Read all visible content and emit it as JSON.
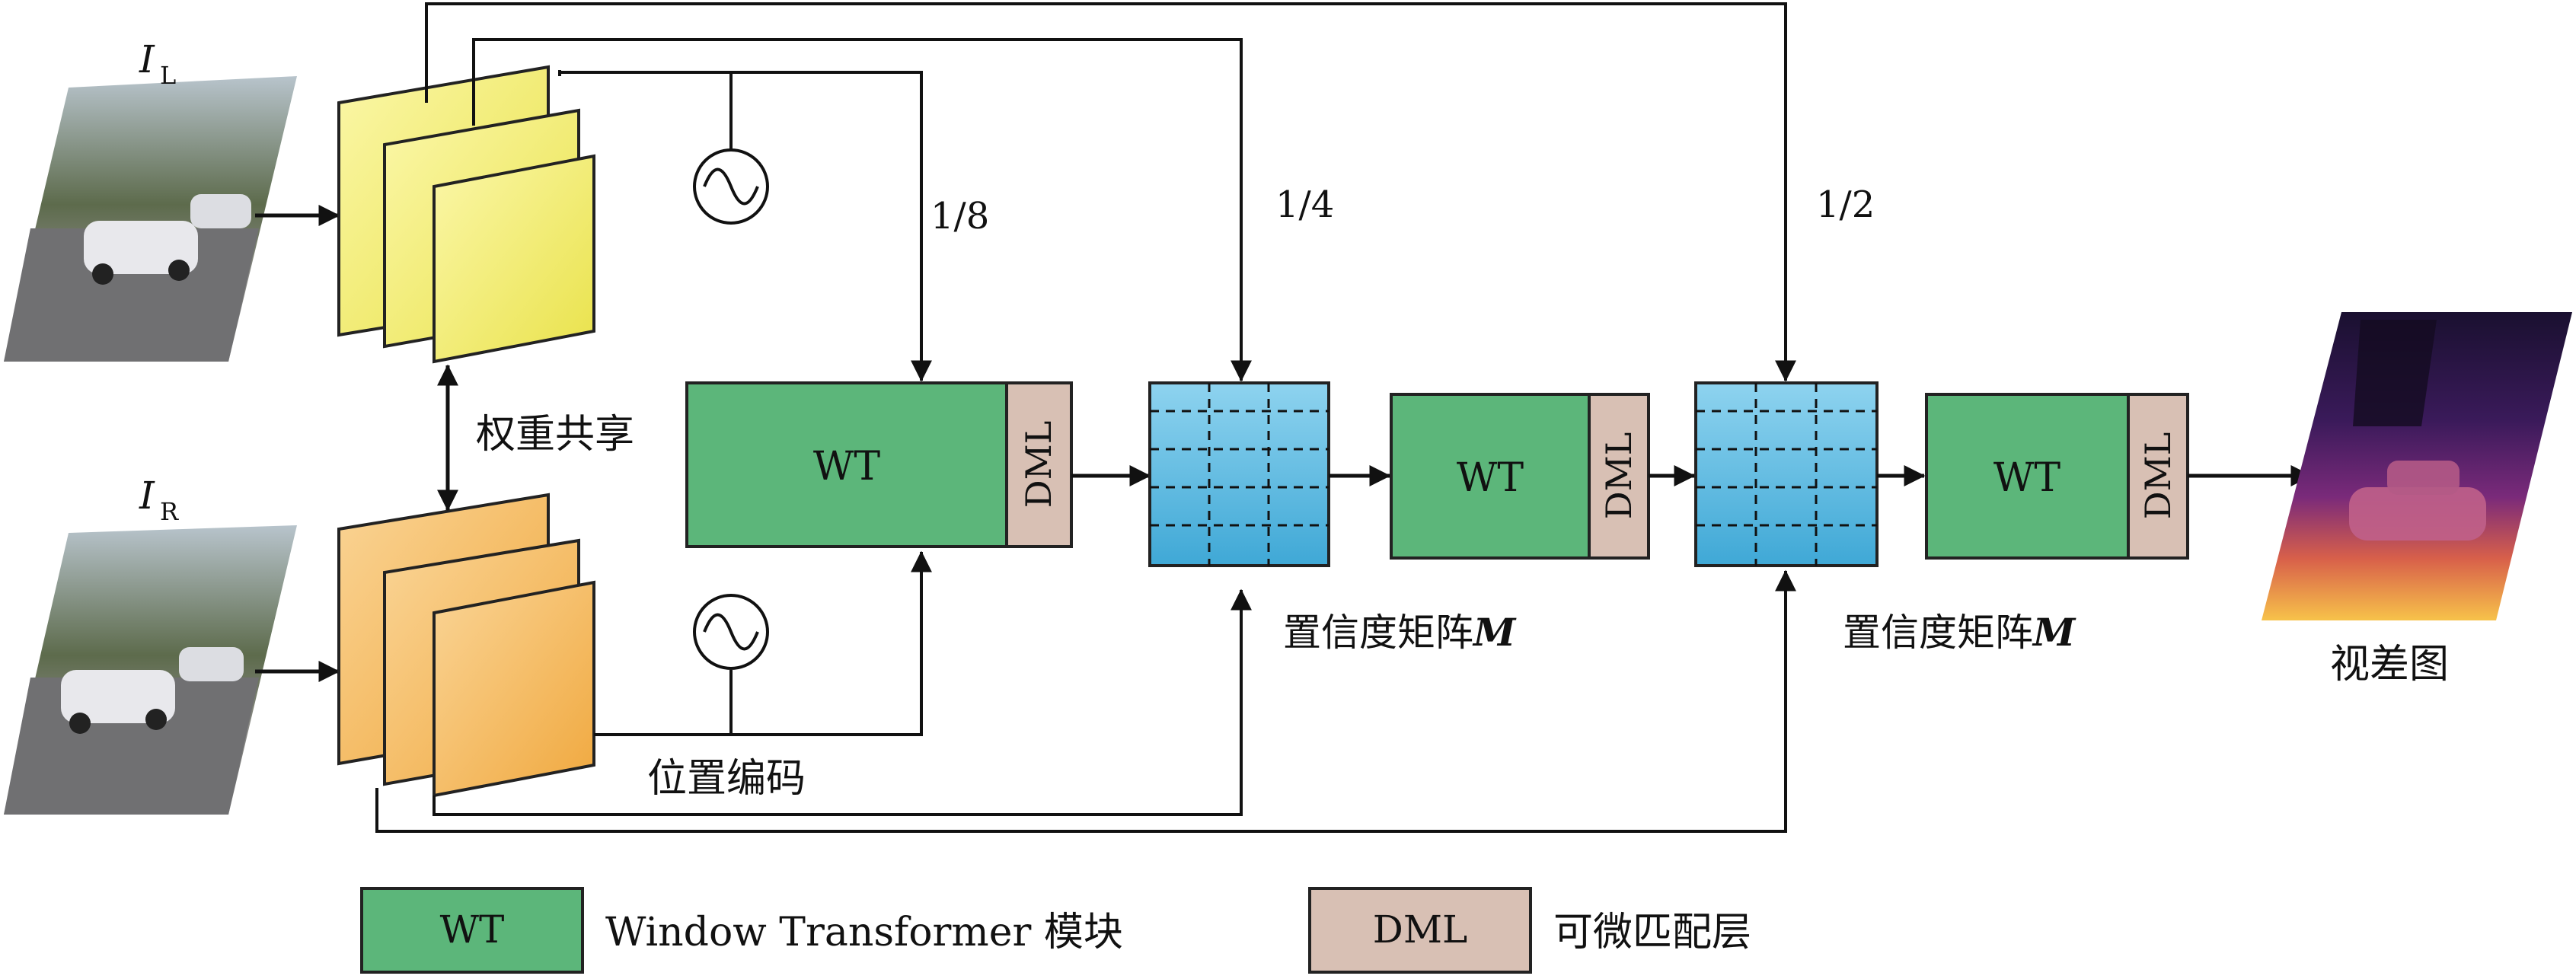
{
  "inputs": {
    "left_label": "I",
    "left_sub": "L",
    "right_label": "I",
    "right_sub": "R"
  },
  "labels": {
    "weight_sharing": "权重共享",
    "position_encoding": "位置编码",
    "scale_1_8": "1/8",
    "scale_1_4": "1/4",
    "scale_1_2": "1/2",
    "confidence_1": "置信度矩阵",
    "confidence_2": "置信度矩阵",
    "confidence_var": "M",
    "disparity": "视差图"
  },
  "blocks": {
    "wt": "WT",
    "dml": "DML"
  },
  "legend": {
    "wt_box": "WT",
    "wt_text": "Window Transformer  模块",
    "dml_box": "DML",
    "dml_text": "可微匹配层"
  },
  "colors": {
    "wt_green": "#5cb67a",
    "dml_tan": "#d8c0b4",
    "grid_blue": "#5bbde0",
    "feat_yellow": "#f2ec70",
    "feat_orange": "#f6b95b"
  }
}
